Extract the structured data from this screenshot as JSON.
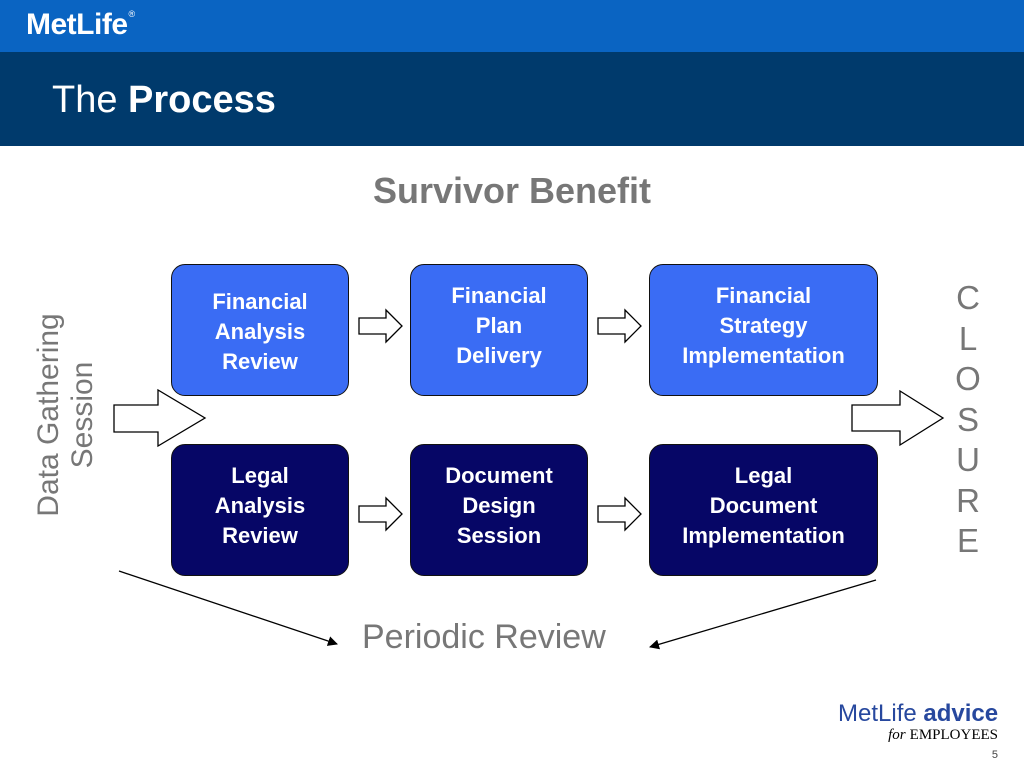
{
  "header": {
    "logo_text": "MetLife",
    "logo_mark": "®",
    "title_regular": "The",
    "title_bold": "Process"
  },
  "subtitle": "Survivor Benefit",
  "side_label": {
    "lines": [
      "Data Gathering",
      "Session"
    ]
  },
  "closure_letters": [
    "C",
    "L",
    "O",
    "S",
    "U",
    "R",
    "E"
  ],
  "steps": {
    "financial": [
      {
        "lines": [
          "Financial",
          "Analysis",
          "Review"
        ]
      },
      {
        "lines": [
          "Financial",
          "Plan",
          "Delivery"
        ]
      },
      {
        "lines": [
          "Financial",
          "Strategy",
          "Implementation"
        ]
      }
    ],
    "legal": [
      {
        "lines": [
          "Legal",
          "Analysis",
          "Review"
        ]
      },
      {
        "lines": [
          "Document",
          "Design",
          "Session"
        ]
      },
      {
        "lines": [
          "Legal",
          "Document",
          "Implementation"
        ]
      }
    ]
  },
  "periodic_review": "Periodic Review",
  "footer": {
    "brand_light": "MetLife",
    "brand_bold": "advice",
    "tag_for": "for",
    "tag_rest": "EMPLOYEES",
    "page_number": "5"
  },
  "colors": {
    "top_bar": "#0a64c2",
    "title_bar": "#003a6c",
    "financial_box": "#3a6cf4",
    "legal_box": "#060666",
    "grey_text": "#777777"
  }
}
